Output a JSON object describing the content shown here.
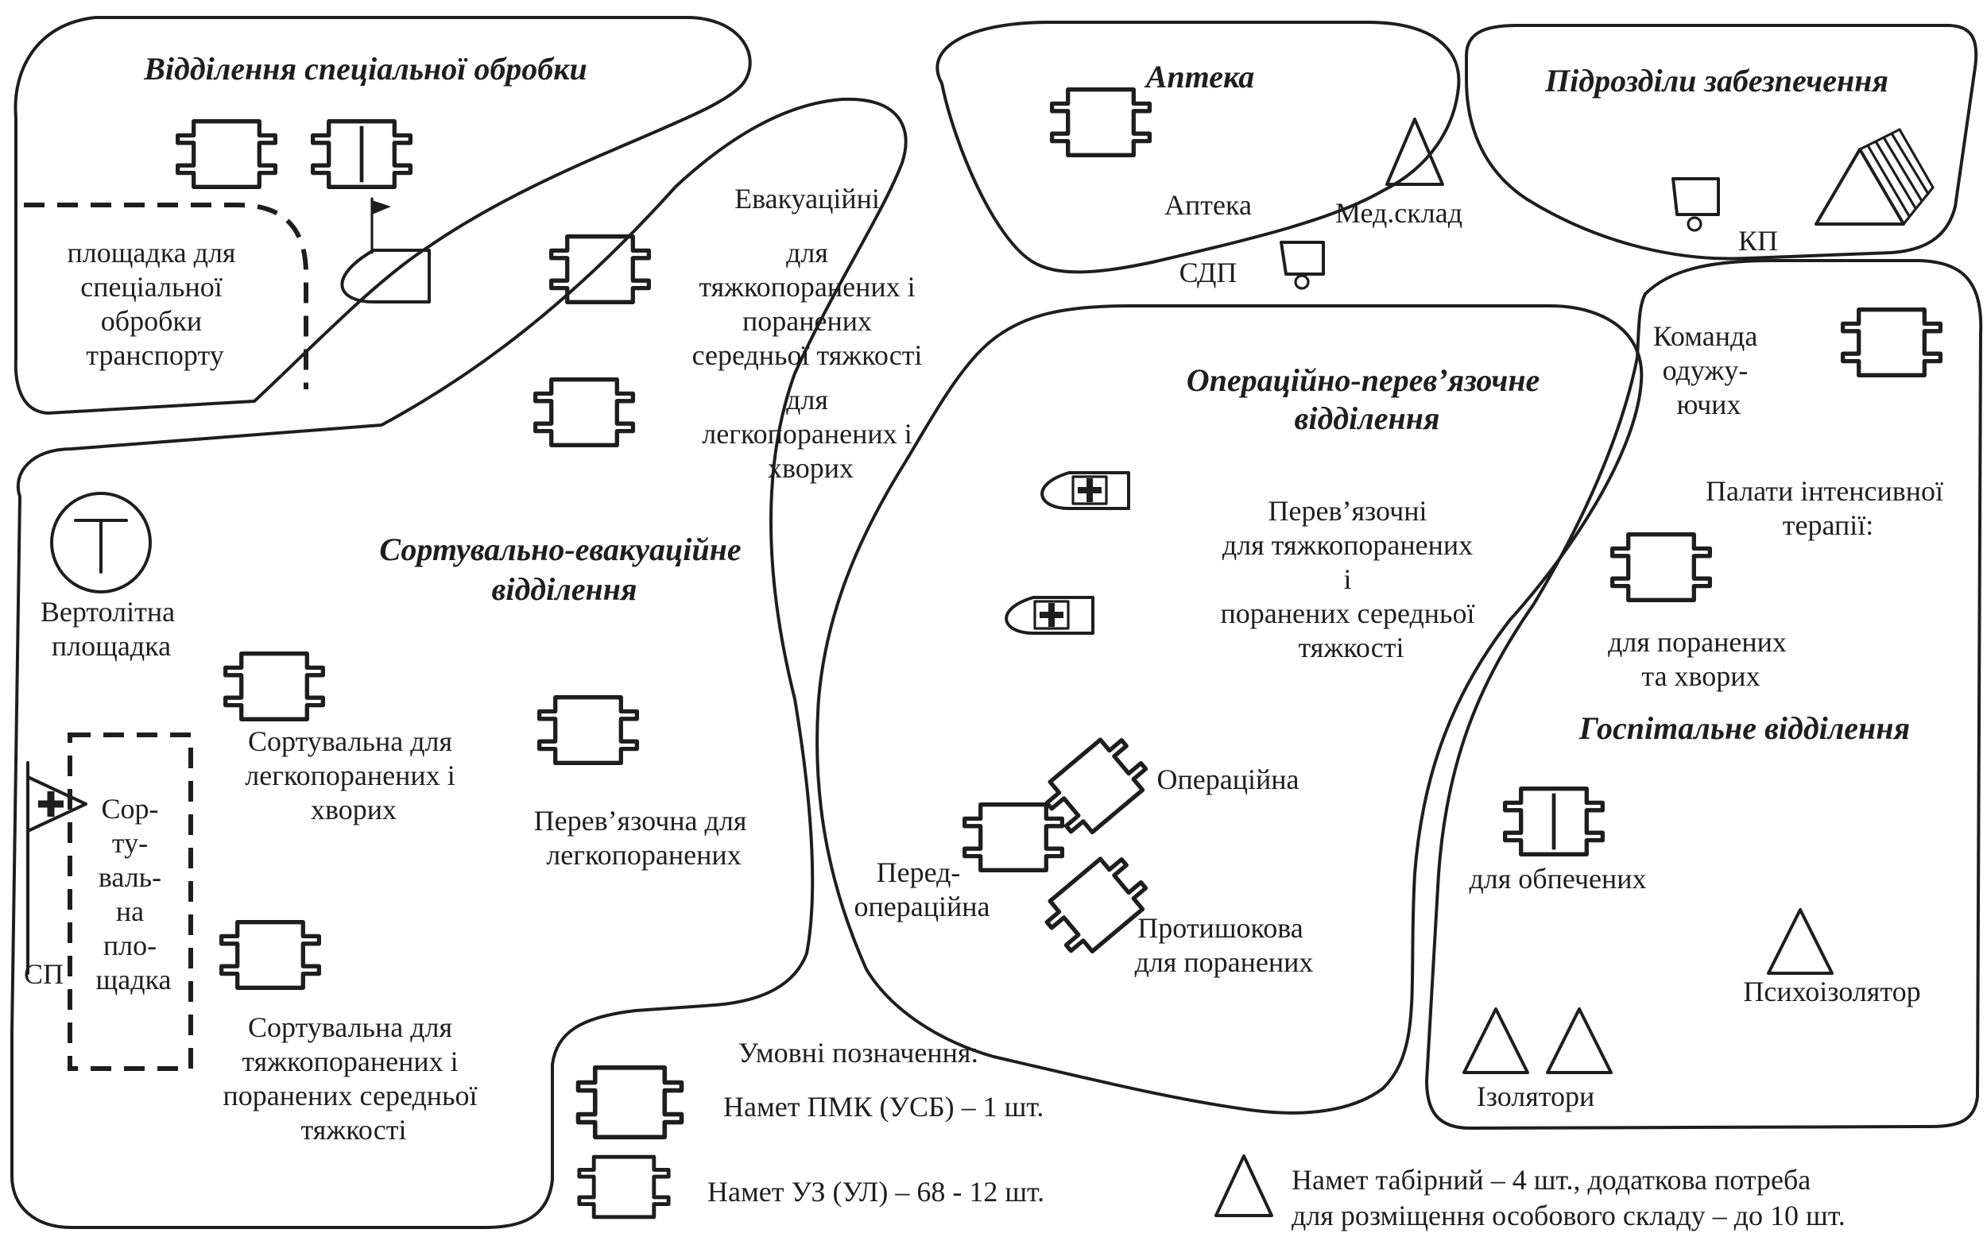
{
  "zones": {
    "special": {
      "title": "Відділення спеціальної обробки",
      "pad": [
        "площадка для",
        "спеціальної",
        "обробки",
        "транспорту"
      ]
    },
    "pharmacy": {
      "title": "Аптека",
      "pharmacy_label": "Аптека",
      "med_warehouse": "Мед.склад",
      "sdp": "СДП"
    },
    "support": {
      "title": "Підрозділи забезпечення",
      "kp": "КП"
    },
    "sorting": {
      "title": [
        "Сортувально-евакуаційне",
        "відділення"
      ],
      "evacuation": [
        "Евакуаційні",
        "для",
        "тяжкопоранених і",
        "поранених",
        "середньої тяжкості",
        "для",
        "легкопоранених і",
        "хворих"
      ],
      "heli": [
        "Вертолітна",
        "площадка"
      ],
      "sort_light": [
        "Сортувальна для",
        "легкопоранених і",
        "хворих"
      ],
      "dressing_light": [
        "Перев’язочна для",
        "легкопоранених"
      ],
      "sort_heavy": [
        "Сортувальна для",
        "тяжкопоранених і",
        "поранених середньої",
        "тяжкості"
      ],
      "sort_area": [
        "Сор-",
        "ту-",
        "валь-",
        "на",
        "пло-",
        "щадка"
      ],
      "sp": "СП"
    },
    "operating": {
      "title": [
        "Операційно-перев’язочне",
        "відділення"
      ],
      "dressing": [
        "Перев’язочні",
        "для тяжкопоранених",
        "і",
        "поранених середньої",
        "тяжкості"
      ],
      "operating_room": "Операційна",
      "preop": [
        "Перед-",
        "операційна"
      ],
      "antishock": [
        "Протишокова",
        "для поранених"
      ]
    },
    "hospital": {
      "title": "Госпітальне відділення",
      "convalescent": [
        "Команда",
        "одужу-",
        "ючих"
      ],
      "icu": [
        "Палати інтенсивної",
        "терапії:"
      ],
      "icu_for": [
        "для поранених",
        "та хворих"
      ],
      "burns": "для обпечених",
      "psycho": "Психоізолятор",
      "isolators": "Ізолятори"
    }
  },
  "legend": {
    "title": "Умовні позначення:",
    "pmk": "Намет ПМК (УСБ) – 1 шт.",
    "uz": "Намет УЗ (УЛ) – 68 - 12 шт.",
    "camp": [
      "Намет табірний – 4 шт., додаткова потреба",
      "для розміщення особового складу – до 10 шт."
    ]
  }
}
